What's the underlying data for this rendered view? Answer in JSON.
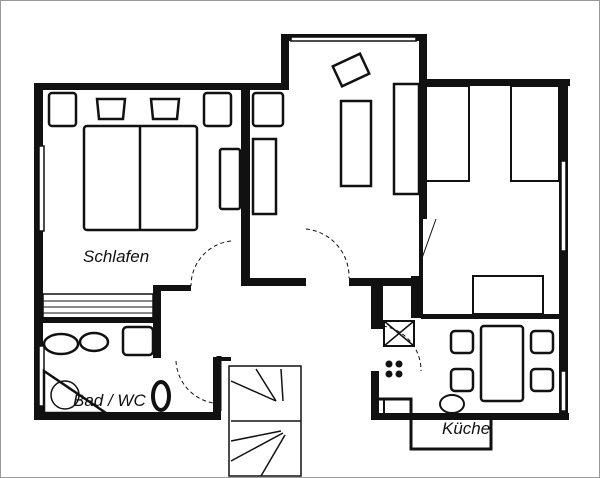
{
  "plan": {
    "rooms": [
      {
        "id": "schlafen",
        "label": "Schlafen"
      },
      {
        "id": "bad",
        "label": "Bad / WC"
      },
      {
        "id": "kueche",
        "label": "Küche"
      }
    ],
    "wall_color": "#111111",
    "background": "#ffffff"
  }
}
